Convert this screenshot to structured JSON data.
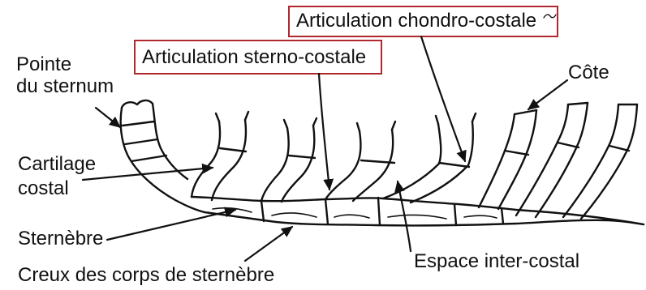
{
  "labels": {
    "articulation_chondro_costale": "Articulation chondro-costale",
    "articulation_sterno_costale": "Articulation sterno-costale",
    "pointe_du_sternum": [
      "Pointe",
      "du sternum"
    ],
    "cote": "Côte",
    "cartilage_costal": [
      "Cartilage",
      "costal"
    ],
    "sternebre": "Sternèbre",
    "creux_des_corps_de_sternebre": "Creux des corps de sternèbre",
    "espace_inter_costal": "Espace inter-costal"
  },
  "colors": {
    "background": "#ffffff",
    "ink": "#111111",
    "highlight_box": "#b0282d"
  }
}
